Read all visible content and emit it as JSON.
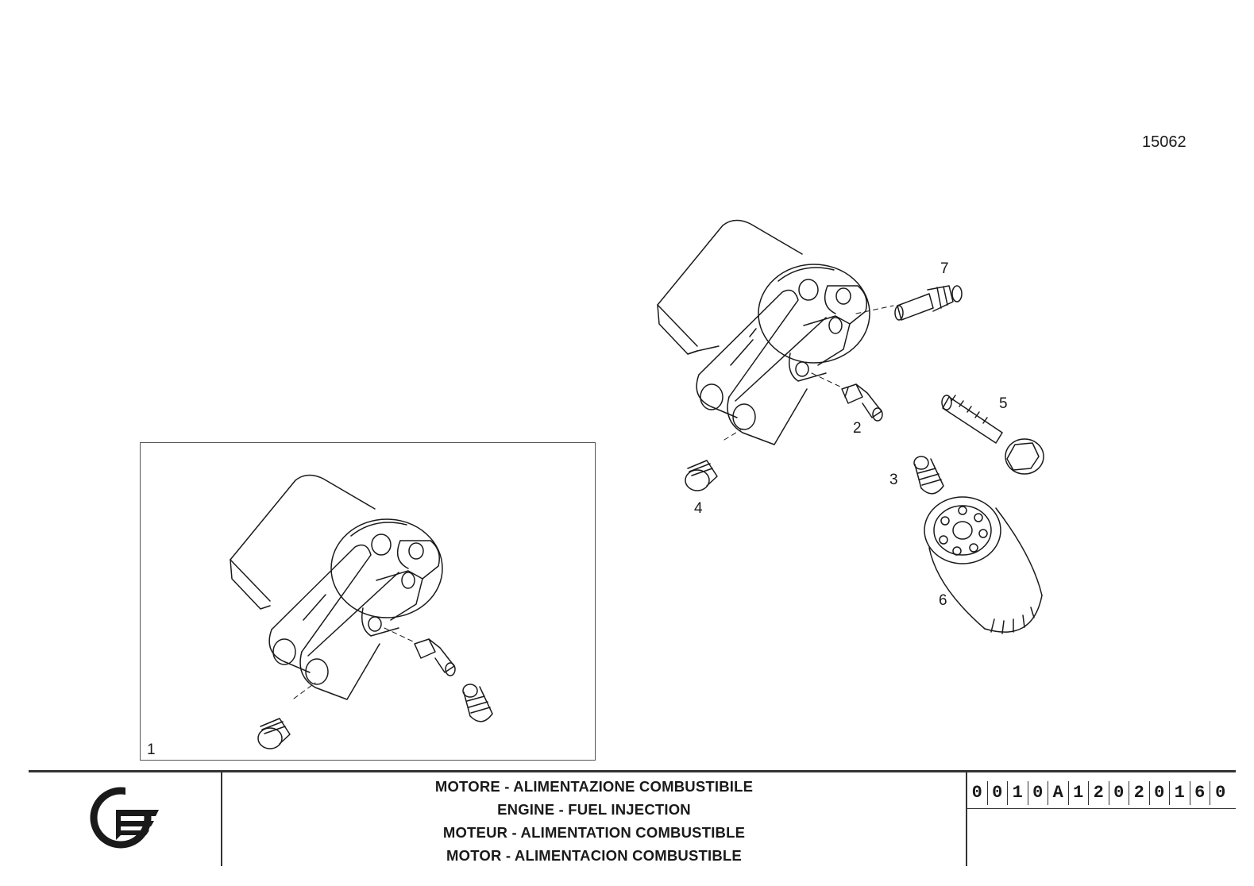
{
  "sheet": {
    "reference_number": "15062"
  },
  "callouts": [
    {
      "id": "callout-1",
      "label": "1"
    },
    {
      "id": "callout-2",
      "label": "2"
    },
    {
      "id": "callout-3",
      "label": "3"
    },
    {
      "id": "callout-4",
      "label": "4"
    },
    {
      "id": "callout-5",
      "label": "5"
    },
    {
      "id": "callout-6",
      "label": "6"
    },
    {
      "id": "callout-7",
      "label": "7"
    }
  ],
  "title_block": {
    "titles": [
      "MOTORE - ALIMENTAZIONE COMBUSTIBILE",
      "ENGINE - FUEL INJECTION",
      "MOTEUR - ALIMENTATION COMBUSTIBLE",
      "MOTOR - ALIMENTACION COMBUSTIBLE"
    ],
    "part_code": [
      "0",
      "0",
      "1",
      "0",
      "A",
      "1",
      "2",
      "0",
      "2",
      "0",
      "1",
      "6",
      "0"
    ]
  },
  "colors": {
    "ink": "#1a1a1a",
    "paper": "#ffffff"
  }
}
